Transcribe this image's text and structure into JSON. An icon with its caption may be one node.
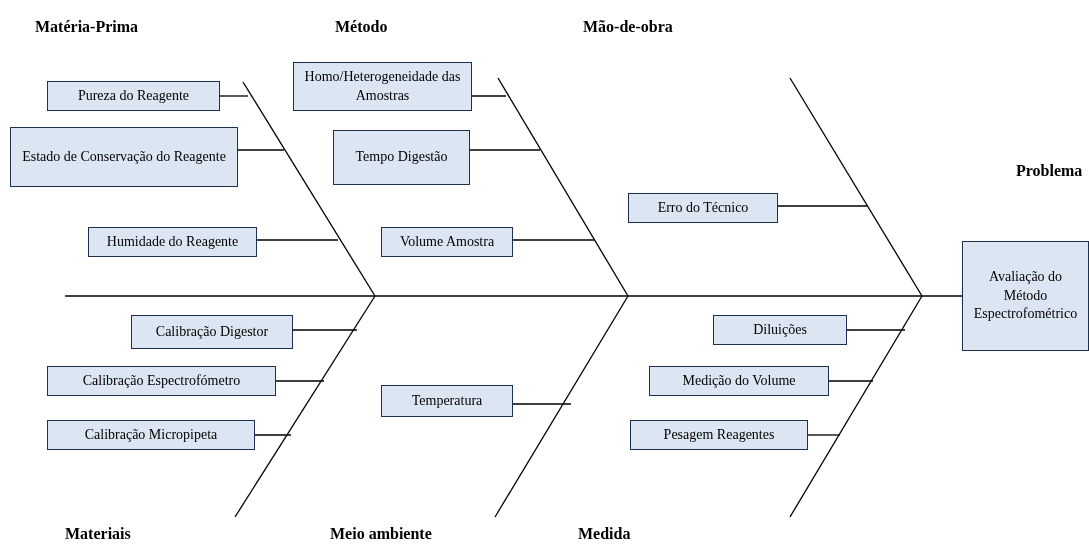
{
  "diagram": {
    "nodes": [
      {
        "text": [
          "Pureza do Reagente"
        ]
      },
      {
        "text": [
          "Estado de Conservação do Reagente"
        ]
      },
      {
        "text": [
          "Humidade do Reagente"
        ]
      },
      {
        "text": [
          "Homo/Heterogeneidade das Amostras"
        ]
      },
      {
        "text": [
          "Tempo Digestão"
        ]
      },
      {
        "text": [
          "Volume Amostra"
        ]
      },
      {
        "text": [
          "Erro do Técnico"
        ]
      },
      {
        "text": [
          "Avaliação do Método Espectrofométrico"
        ]
      },
      {
        "text": [
          "Calibração Digestor"
        ]
      },
      {
        "text": [
          "Calibração Espectrofómetro"
        ]
      },
      {
        "text": [
          "Calibração Micropipeta"
        ]
      },
      {
        "text": [
          "Temperatura"
        ]
      },
      {
        "text": [
          "Diluições"
        ]
      },
      {
        "text": [
          "Medição do Volume"
        ]
      },
      {
        "text": [
          "Pesagem Reagentes"
        ]
      }
    ],
    "edges": [
      {
        "from": 0,
        "to": null,
        "arrow": "none"
      },
      {
        "from": 1,
        "to": null,
        "arrow": "none"
      },
      {
        "from": 2,
        "to": null,
        "arrow": "none"
      },
      {
        "from": 3,
        "to": null,
        "arrow": "none"
      },
      {
        "from": 4,
        "to": null,
        "arrow": "none"
      },
      {
        "from": 5,
        "to": null,
        "arrow": "none"
      },
      {
        "from": 6,
        "to": null,
        "arrow": "none"
      },
      {
        "from": 8,
        "to": null,
        "arrow": "none"
      },
      {
        "from": 9,
        "to": null,
        "arrow": "none"
      },
      {
        "from": 10,
        "to": null,
        "arrow": "none"
      },
      {
        "from": 11,
        "to": null,
        "arrow": "none"
      },
      {
        "from": 12,
        "to": null,
        "arrow": "none"
      },
      {
        "from": 13,
        "to": null,
        "arrow": "none"
      },
      {
        "from": 14,
        "to": null,
        "arrow": "none"
      },
      {
        "from": null,
        "to": 7,
        "arrow": "none"
      }
    ],
    "labels": [
      "Matéria-Prima",
      "Método",
      "Mão-de-obra",
      "Problema",
      "Materiais",
      "Meio ambiente",
      "Medida"
    ]
  }
}
